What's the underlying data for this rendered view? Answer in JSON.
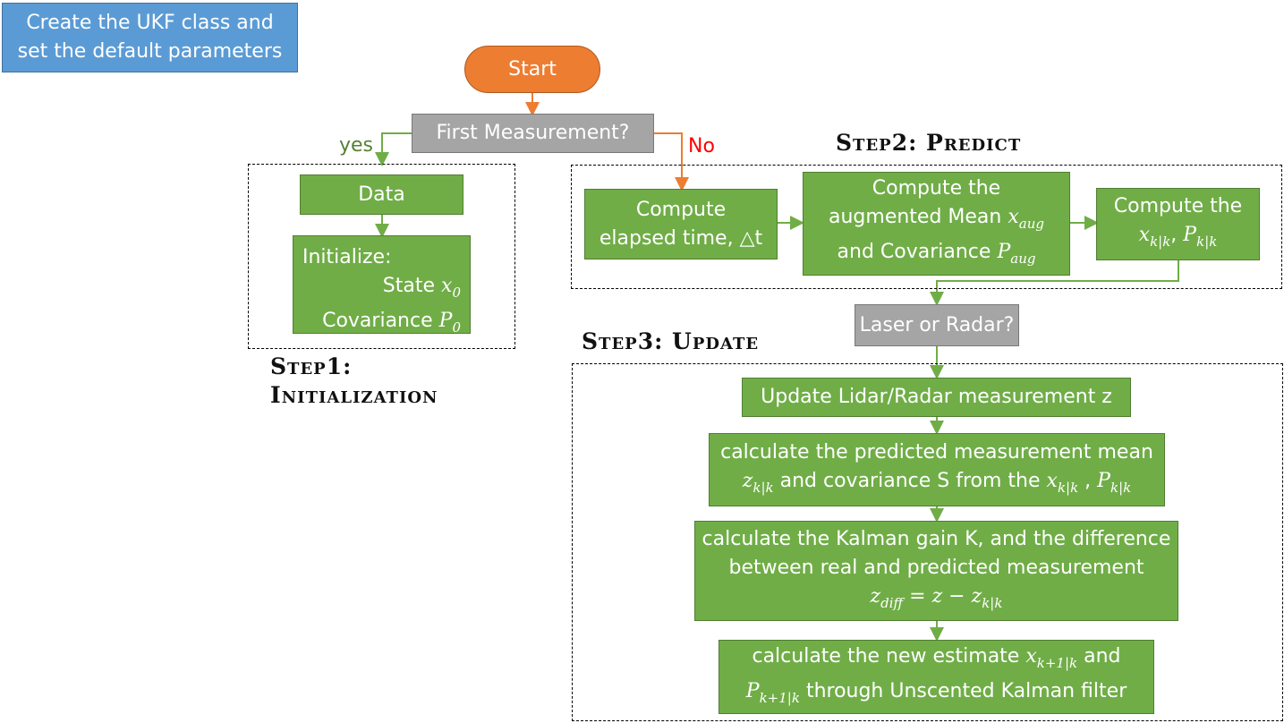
{
  "header_note": {
    "line1": "Create the UKF class and",
    "line2": "set the default parameters"
  },
  "start": "Start",
  "first_measurement": "First Measurement?",
  "yes_label": "yes",
  "no_label": "No",
  "step1": {
    "title_line1": "Step1:",
    "title_line2": "Initialization",
    "data": "Data",
    "init_line1": "Initialize:",
    "init_state": "State",
    "init_state_var": "x",
    "init_state_sub": "0",
    "init_cov": "Covariance",
    "init_cov_var": "P",
    "init_cov_sub": "0"
  },
  "step2": {
    "title": "Step2: Predict",
    "elapsed_line1": "Compute",
    "elapsed_line2": "elapsed time, △t",
    "aug_line1": "Compute the",
    "aug_line2": "augmented Mean",
    "aug_var1": "x",
    "aug_sub1": "aug",
    "aug_line3": "and Covariance",
    "aug_var2": "P",
    "aug_sub2": "aug",
    "pred_line1": "Compute the",
    "pred_var1": "x",
    "pred_sub1": "k|k",
    "pred_sep": ",",
    "pred_var2": "P",
    "pred_sub2": "k|k"
  },
  "laser_radar": "Laser or Radar?",
  "step3": {
    "title": "Step3: Update",
    "update_z": "Update Lidar/Radar measurement z",
    "meas_line1": "calculate the predicted measurement mean",
    "meas_var1": "z",
    "meas_sub1": "k|k",
    "meas_text2": "and covariance S from the",
    "meas_var2": "x",
    "meas_sub2": "k|k",
    "meas_sep": ",",
    "meas_var3": "P",
    "meas_sub3": "k|k",
    "gain_line1": "calculate the Kalman gain K, and the difference",
    "gain_line2": "between real and predicted measurement",
    "gain_var1": "z",
    "gain_sub1": "diff",
    "gain_eq": "= z −",
    "gain_var2": "z",
    "gain_sub2": "k|k",
    "est_line1": "calculate the new estimate",
    "est_var1": "x",
    "est_sub1": "k+1|k",
    "est_and": "and",
    "est_var2": "P",
    "est_sub2": "k+1|k",
    "est_line2": "through Unscented Kalman filter"
  },
  "colors": {
    "box_green": "#70ad47",
    "box_gray": "#a5a5a5",
    "box_blue": "#5b9bd5",
    "start_orange": "#ed7d31",
    "arrow_green": "#70ad47",
    "arrow_orange": "#ed7d31",
    "no_red": "#ff0000",
    "yes_green": "#548235"
  }
}
